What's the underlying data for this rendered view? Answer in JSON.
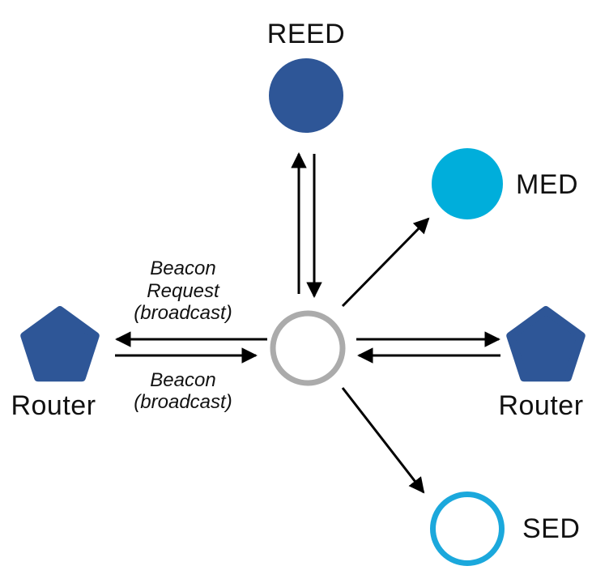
{
  "colors": {
    "navy": "#2E5697",
    "cyan": "#00AEDB",
    "sed_ring": "#1BA8DC",
    "joiner_ring": "#ABABAB",
    "arrow": "#000000",
    "text": "#111111"
  },
  "nodes": {
    "reed": {
      "label": "REED",
      "shape": "filled-circle"
    },
    "med": {
      "label": "MED",
      "shape": "filled-circle"
    },
    "router_left": {
      "label": "Router",
      "shape": "pentagon"
    },
    "router_right": {
      "label": "Router",
      "shape": "pentagon"
    },
    "sed": {
      "label": "SED",
      "shape": "outline-circle"
    },
    "joiner": {
      "label": "",
      "shape": "outline-circle"
    }
  },
  "edge_labels": {
    "beacon_request": [
      "Beacon",
      "Request",
      "(broadcast)"
    ],
    "beacon": [
      "Beacon",
      "(broadcast)"
    ]
  }
}
